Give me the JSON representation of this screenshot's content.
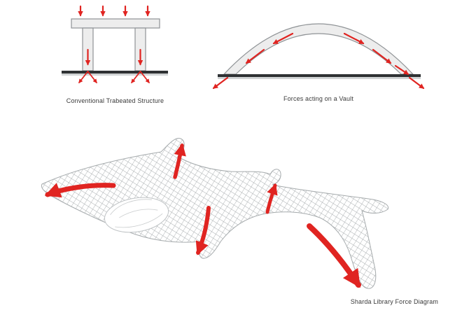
{
  "colors": {
    "arrow_red": "#e02421",
    "mesh_gray": "#a6abad",
    "structure_fill": "#ededed",
    "structure_stroke": "#8f9396",
    "ground_dark": "#2e3133",
    "label_text": "#3a3a3a"
  },
  "figures": {
    "trabeated": {
      "label": "Conventional Trabeated Structure"
    },
    "vault": {
      "label": "Forces acting on a Vault"
    },
    "gridshell": {
      "label": "Sharda Library Force Diagram"
    }
  }
}
